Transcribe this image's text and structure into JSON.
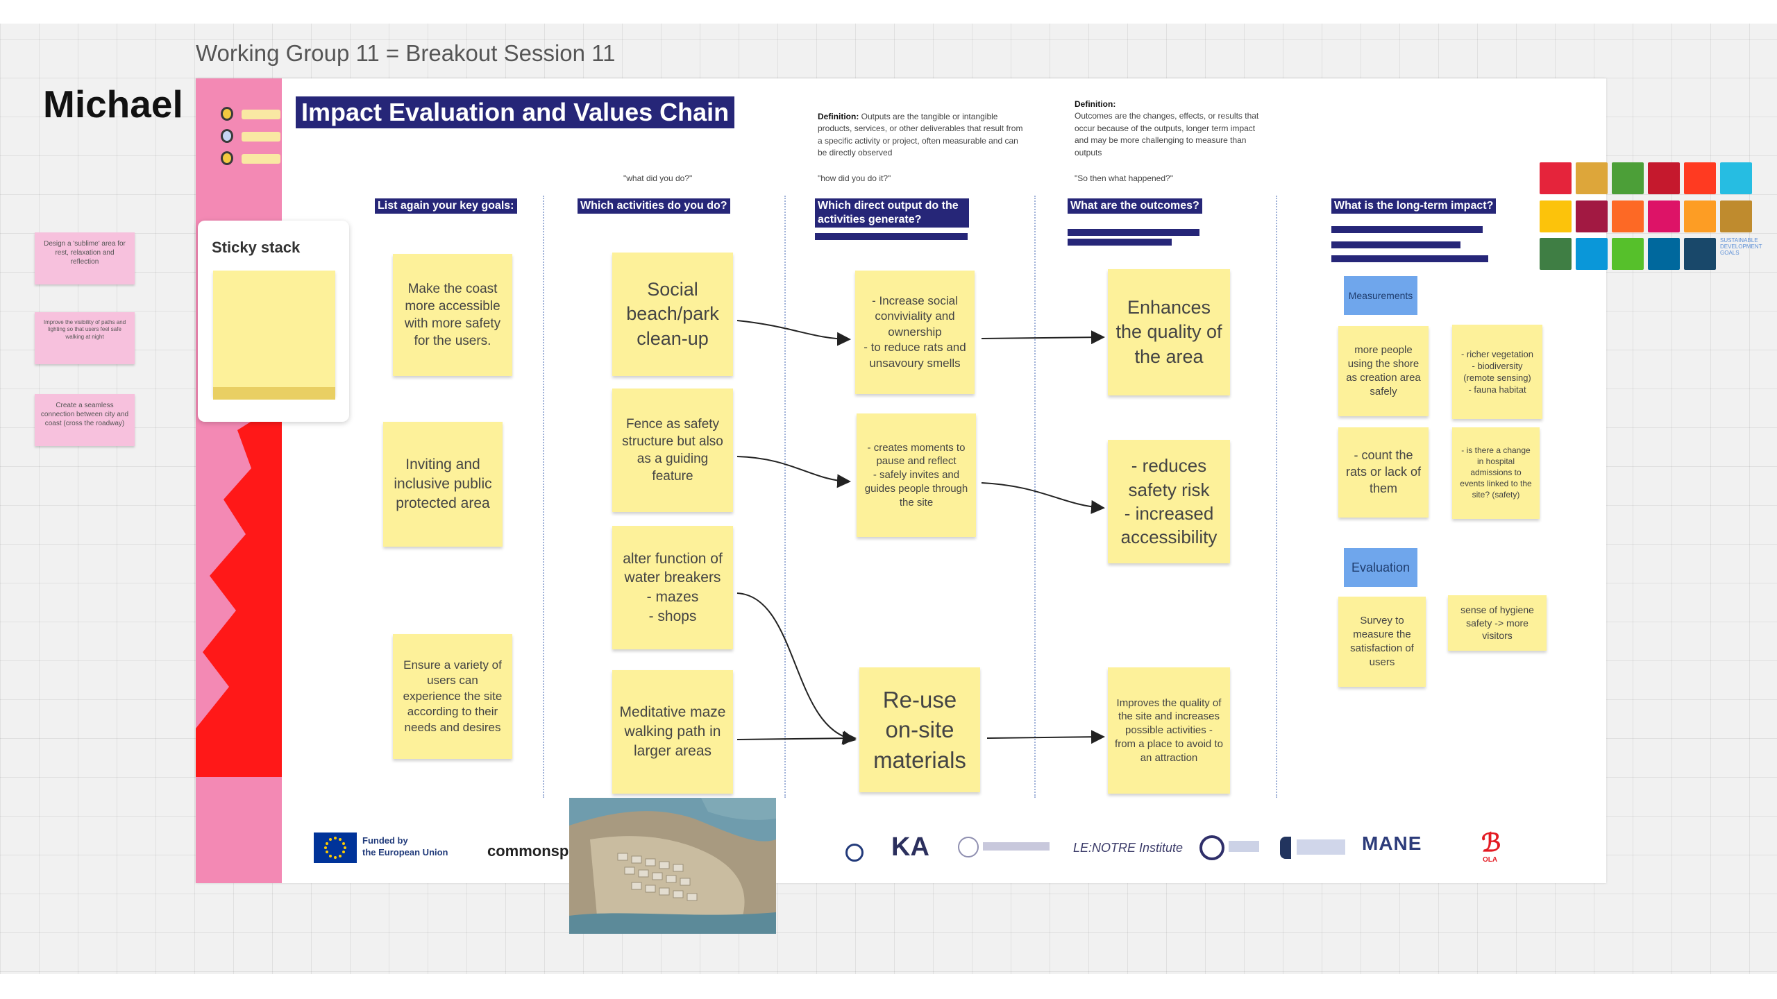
{
  "board_title": "Working Group 11 = Breakout Session 11",
  "participant_name": "Michael",
  "side_notes": [
    "Design a 'sublime' area for rest, relaxation and reflection",
    "Improve the visibility of paths and lighting so that users feel safe walking at night",
    "Create a seamless connection between city and coast (cross the roadway)"
  ],
  "sticky_stack": {
    "title": "Sticky stack"
  },
  "main_title": "Impact Evaluation and Values Chain",
  "definitions": {
    "outputs_label": "Definition:",
    "outputs_text": "Outputs are the tangible or intangible products, services, or other deliverables that result from a specific activity or project, often measurable and can be directly observed",
    "outcomes_label": "Definition:",
    "outcomes_text": "Outcomes are the changes, effects, or results that occur because of the outputs, longer term impact and may be more challenging to measure than outputs"
  },
  "quotes": [
    "\"what did you do?\"",
    "\"how did you do it?\"",
    "\"So then what happened?\""
  ],
  "columns": {
    "goals": "List again your key goals:",
    "activities": "Which activities do you do?",
    "outputs": "Which direct output do the activities generate?",
    "outcomes": "What are the outcomes?",
    "impact": "What is the long-term impact?"
  },
  "goals": [
    "Make the coast more accessible with more safety for the users.",
    "Inviting and inclusive public protected area",
    "Ensure a variety of users can experience the site according to their needs and desires"
  ],
  "activities": [
    "Social beach/park clean-up",
    "Fence as safety structure but also as a guiding feature",
    "alter function of water breakers\n- mazes\n- shops",
    "Meditative maze walking path in larger areas"
  ],
  "outputs": [
    "- Increase social conviviality and ownership\n- to reduce rats and unsavoury smells",
    "- creates moments to pause and reflect\n- safely invites and guides people through the site",
    "Re-use on-site materials"
  ],
  "outcomes": [
    "Enhances the quality of the area",
    "- reduces safety risk\n- increased accessibility",
    "Improves the quality of the site and increases possible activities - from a place to avoid to an attraction"
  ],
  "impact": {
    "measurements_label": "Measurements",
    "evaluation_label": "Evaluation",
    "notes": [
      "more people using the shore as creation area safely",
      "- richer vegetation\n- biodiversity (remote sensing)\n- fauna habitat",
      "- count the rats or lack of them",
      "- is there a change in hospital admissions to events linked to the site? (safety)",
      "Survey to measure the satisfaction of users",
      "sense of hygiene safety -> more visitors"
    ]
  },
  "sdg_colors": [
    "#e5243b",
    "#dda63a",
    "#4c9f38",
    "#c5192d",
    "#ff3a21",
    "#26bde2",
    "#fcc30b",
    "#a21942",
    "#fd6925",
    "#dd1367",
    "#fd9d24",
    "#bf8b2e",
    "#3f7e44",
    "#0a97d9",
    "#56c02b",
    "#00689d",
    "#19486a"
  ],
  "sdg_label": "SUSTAINABLE DEVELOPMENT GOALS",
  "logos": {
    "eu_line1": "Funded by",
    "eu_line2": "the European Union",
    "commonspace": "commonspa",
    "ka": "KA",
    "lenotre": "LE:NOTRE Institute",
    "mane": "MANE",
    "ola": "OLA"
  }
}
